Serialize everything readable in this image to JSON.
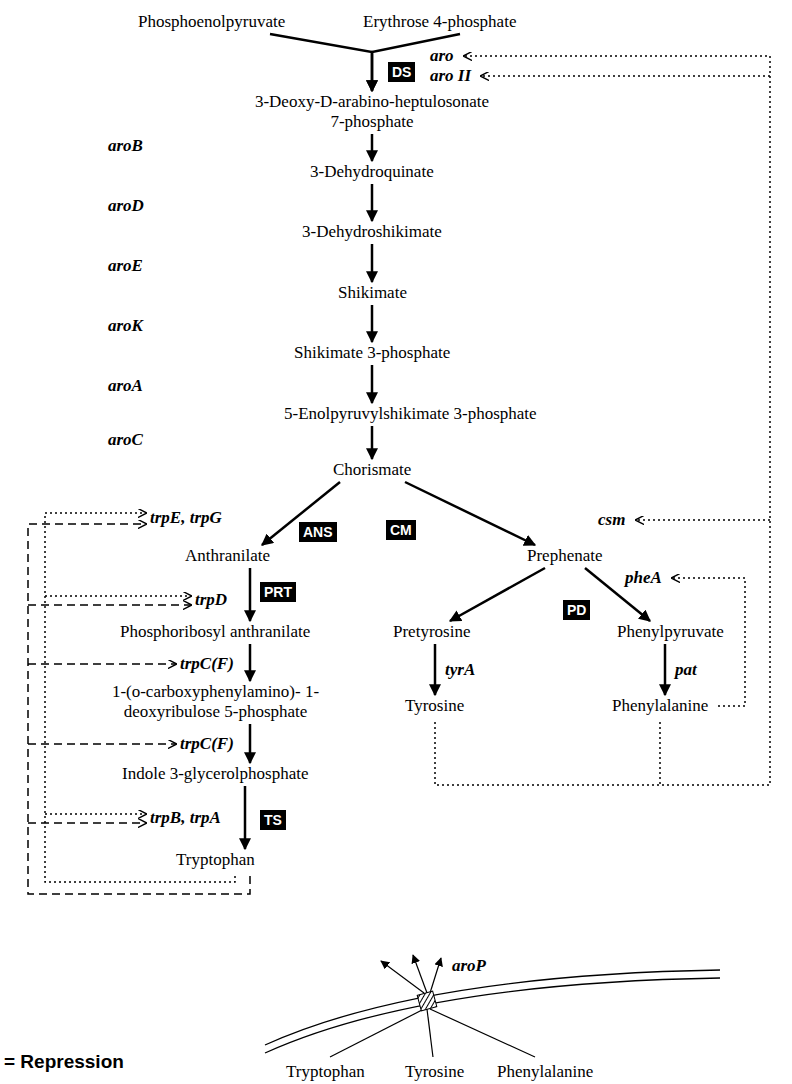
{
  "diagram": {
    "nodes": [
      {
        "text": [
          "Phosphoenolpyruvate"
        ]
      },
      {
        "text": [
          "Erythrose 4-phosphate"
        ]
      },
      {
        "text": [
          "DS"
        ]
      },
      {
        "text": [
          "3-Deoxy-D-arabino-heptulosonate 7-phosphate"
        ]
      },
      {
        "text": [
          "3-Dehydroquinate"
        ]
      },
      {
        "text": [
          "3-Dehydroshikimate"
        ]
      },
      {
        "text": [
          "Shikimate"
        ]
      },
      {
        "text": [
          "Shikimate 3-phosphate"
        ]
      },
      {
        "text": [
          "5-Enolpyruvylshikimate 3-phosphate"
        ]
      },
      {
        "text": [
          "Chorismate"
        ]
      },
      {
        "text": [
          "ANS"
        ]
      },
      {
        "text": [
          "CM"
        ]
      },
      {
        "text": [
          "Anthranilate"
        ]
      },
      {
        "text": [
          "Prephenate"
        ]
      },
      {
        "text": [
          "PRT"
        ]
      },
      {
        "text": [
          "Phosphoribosyl anthranilate"
        ]
      },
      {
        "text": [
          "1-(o-carboxyphenylamino)- 1-deoxyribulose 5-phosphate"
        ]
      },
      {
        "text": [
          "Indole 3-glycerolphosphate"
        ]
      },
      {
        "text": [
          "TS"
        ]
      },
      {
        "text": [
          "Tryptophan"
        ]
      },
      {
        "text": [
          "PD"
        ]
      },
      {
        "text": [
          "Pretyrosine"
        ]
      },
      {
        "text": [
          "Phenylpyruvate"
        ]
      },
      {
        "text": [
          "Tyrosine"
        ]
      },
      {
        "text": [
          "Phenylalanine"
        ]
      }
    ],
    "edges": [
      {
        "from": 0,
        "to": 3,
        "arrow": "to"
      },
      {
        "from": 1,
        "to": 3,
        "arrow": "to"
      },
      {
        "from": 3,
        "to": 4,
        "arrow": "to"
      },
      {
        "from": 4,
        "to": 5,
        "arrow": "to"
      },
      {
        "from": 5,
        "to": 6,
        "arrow": "to"
      },
      {
        "from": 6,
        "to": 7,
        "arrow": "to"
      },
      {
        "from": 7,
        "to": 8,
        "arrow": "to"
      },
      {
        "from": 8,
        "to": 9,
        "arrow": "to"
      },
      {
        "from": 9,
        "to": 12,
        "arrow": "to"
      },
      {
        "from": 9,
        "to": 13,
        "arrow": "to"
      },
      {
        "from": 12,
        "to": 15,
        "arrow": "to"
      },
      {
        "from": 15,
        "to": 16,
        "arrow": "to"
      },
      {
        "from": 16,
        "to": 17,
        "arrow": "to"
      },
      {
        "from": 17,
        "to": 19,
        "arrow": "to"
      },
      {
        "from": 13,
        "to": 21,
        "arrow": "to"
      },
      {
        "from": 13,
        "to": 22,
        "arrow": "to"
      },
      {
        "from": 21,
        "to": 23,
        "arrow": "to"
      },
      {
        "from": 22,
        "to": 24,
        "arrow": "to"
      }
    ],
    "labels": [
      "aro",
      "aro II",
      "aroB",
      "aroD",
      "aroE",
      "aroK",
      "aroA",
      "aroC",
      "trpE, trpG",
      "csm",
      "trpD",
      "pheA",
      "trpC(F)",
      "tyrA",
      "pat",
      "trpC(F)",
      "trpB, trpA",
      "aroP",
      "Tryptophan",
      "Tyrosine",
      "Phenylalanine"
    ],
    "legend": [
      {
        "text": "= Repression"
      }
    ]
  }
}
